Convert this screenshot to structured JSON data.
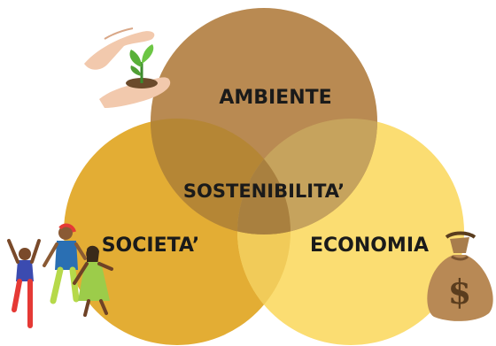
{
  "diagram": {
    "circles": [
      {
        "id": "ambiente",
        "label": "AMBIENTE",
        "color": "#b98a52"
      },
      {
        "id": "societa",
        "label": "SOCIETA’",
        "color": "#e3ad34"
      },
      {
        "id": "economia",
        "label": "ECONOMIA",
        "color": "#fbdd72"
      }
    ],
    "center_label": "SOSTENIBILITA’",
    "overlap_colors": {
      "ambiente_societa": "#b58635",
      "ambiente_economia": "#c6a35d",
      "societa_economia": "#f1cb59",
      "center": "#a9803f"
    }
  },
  "icons": [
    {
      "name": "hands-plant-icon"
    },
    {
      "name": "people-dancing-icon"
    },
    {
      "name": "money-bag-icon",
      "symbol": "$"
    }
  ]
}
